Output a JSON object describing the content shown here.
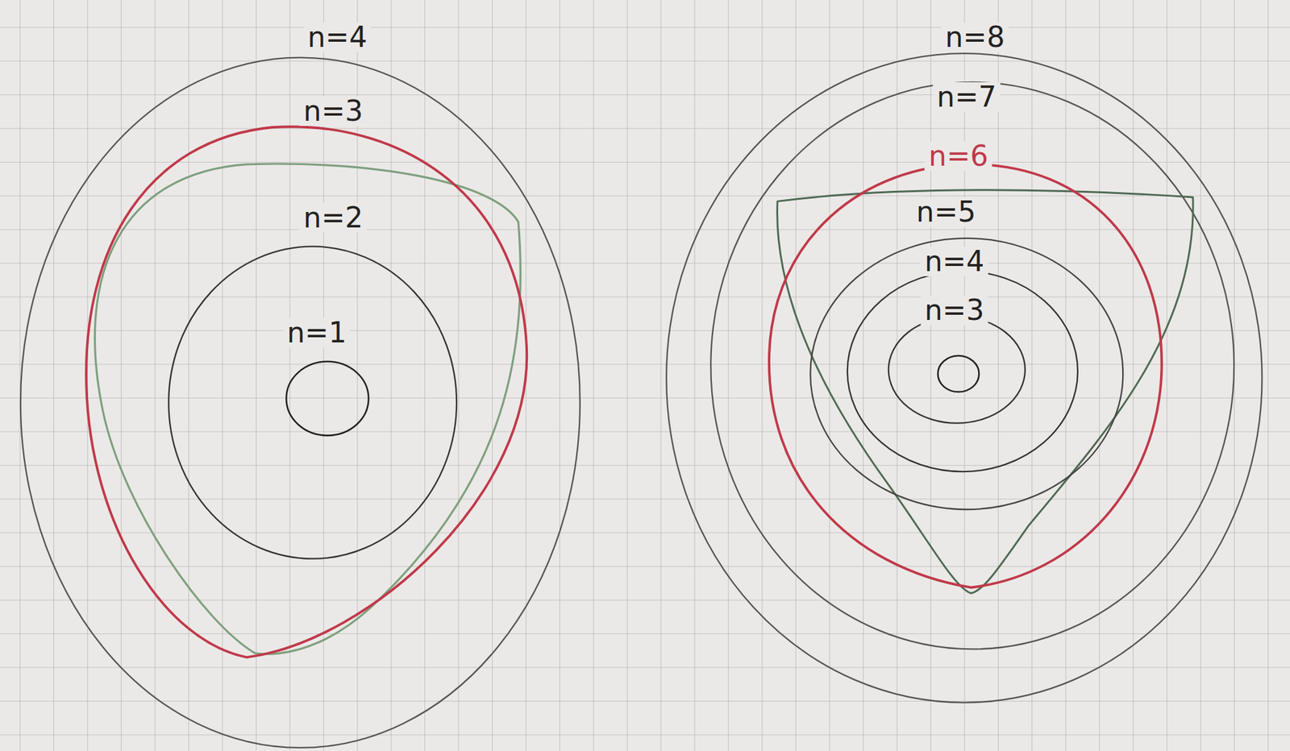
{
  "diagram": {
    "labels": [
      "n=4",
      "n=3",
      "n=2",
      "n=1",
      "n=8",
      "n=7",
      "n=6",
      "n=5",
      "n=4",
      "n=3"
    ]
  }
}
